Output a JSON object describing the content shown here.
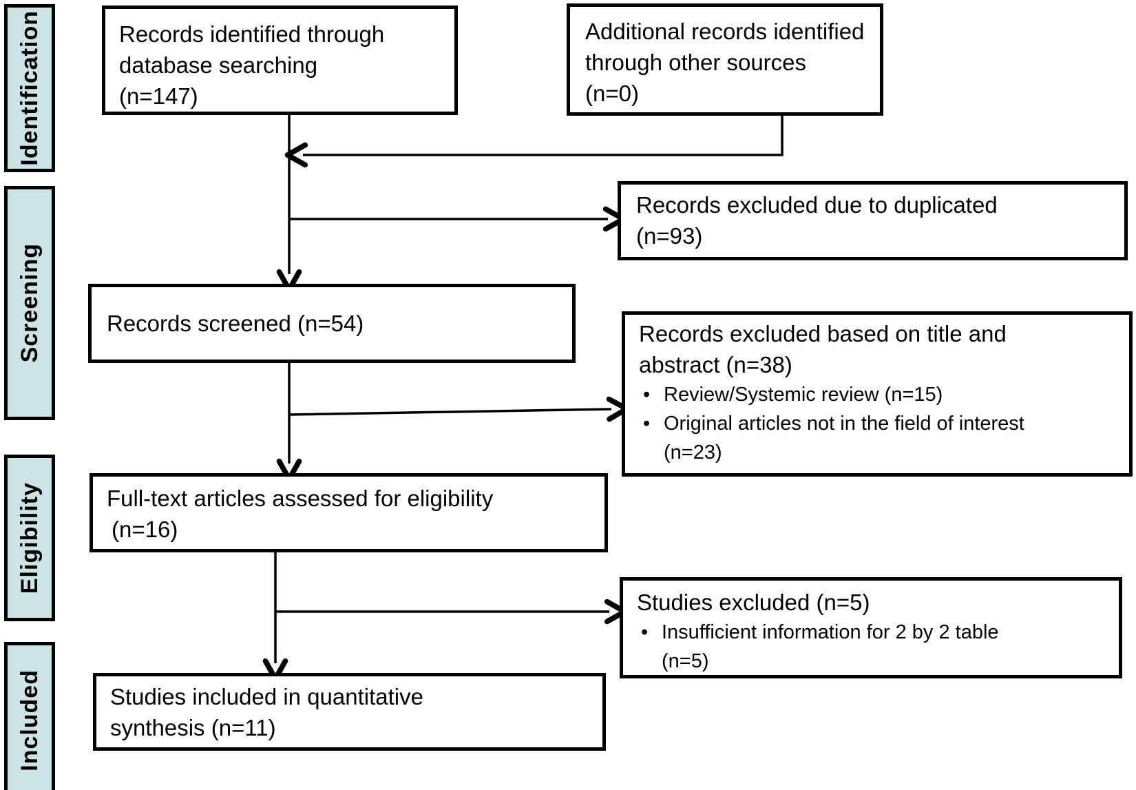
{
  "title": "PRISMA study selection flow diagram",
  "colors": {
    "stage_fill": "#cde4e6",
    "line_and_border": "#000000",
    "background": "#ffffff"
  },
  "bullet_glyph": "•",
  "stages": [
    {
      "label": "Identification"
    },
    {
      "label": "Screening"
    },
    {
      "label": "Eligibility"
    },
    {
      "label": "Included"
    }
  ],
  "boxes": {
    "identified": {
      "lines": [
        "Records identified through",
        "database searching",
        "(n=147)"
      ]
    },
    "additional": {
      "lines": [
        "Additional records identified",
        "through other sources",
        "(n=0)"
      ]
    },
    "duplicates_excluded": {
      "lines": [
        "Records excluded due to duplicated",
        "(n=93)"
      ]
    },
    "screened": {
      "lines": [
        "Records screened (n=54)"
      ]
    },
    "title_abstract_excluded": {
      "lines": [
        "Records excluded based on title and",
        "abstract (n=38)"
      ],
      "bullets": [
        [
          "Review/Systemic review (n=15)"
        ],
        [
          "Original articles not in the field of interest",
          "(n=23)"
        ]
      ]
    },
    "fulltext_assessed": {
      "lines": [
        "Full-text articles assessed for eligibility",
        "(n=16)"
      ]
    },
    "studies_excluded": {
      "lines": [
        "Studies excluded (n=5)"
      ],
      "bullets": [
        [
          "Insufficient information for 2 by 2 table",
          "(n=5)"
        ]
      ]
    },
    "included_quantitative": {
      "lines": [
        "Studies included in quantitative",
        "synthesis (n=11)"
      ]
    }
  }
}
